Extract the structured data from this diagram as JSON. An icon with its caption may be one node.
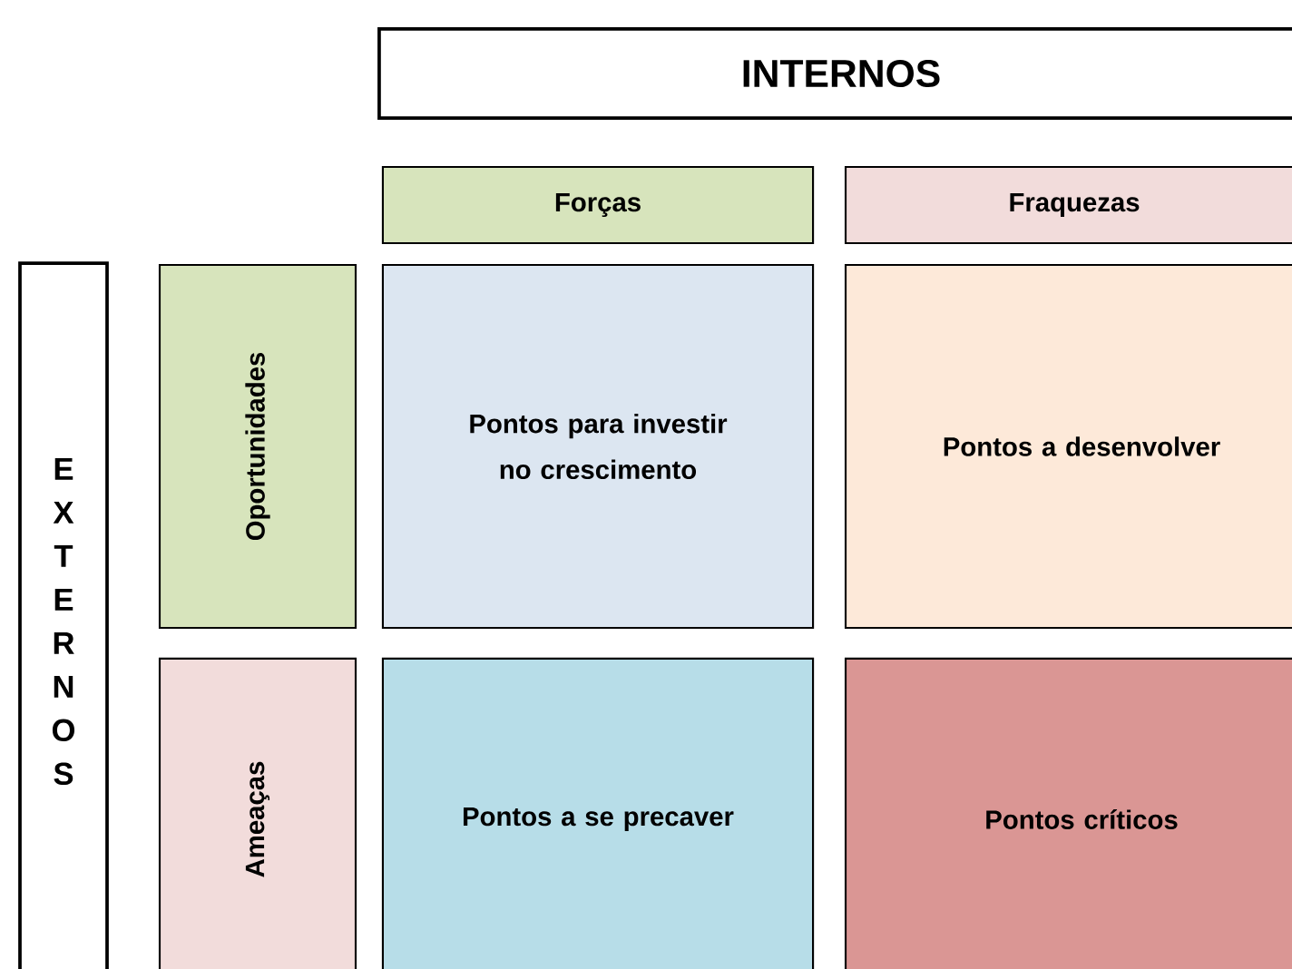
{
  "diagram": {
    "nodes": [
      {
        "text": [
          "INTERNOS"
        ]
      },
      {
        "text": [
          "Forças"
        ]
      },
      {
        "text": [
          "Fraquezas"
        ]
      },
      {
        "text": [
          "EXTERNOS"
        ]
      },
      {
        "text": [
          "Oportunidades"
        ]
      },
      {
        "text": [
          "Pontos para investir no crescimento"
        ]
      },
      {
        "text": [
          "Pontos a desenvolver"
        ]
      },
      {
        "text": [
          "Ameaças"
        ]
      },
      {
        "text": [
          "Pontos a se precaver"
        ]
      },
      {
        "text": [
          "Pontos críticos"
        ]
      }
    ]
  }
}
